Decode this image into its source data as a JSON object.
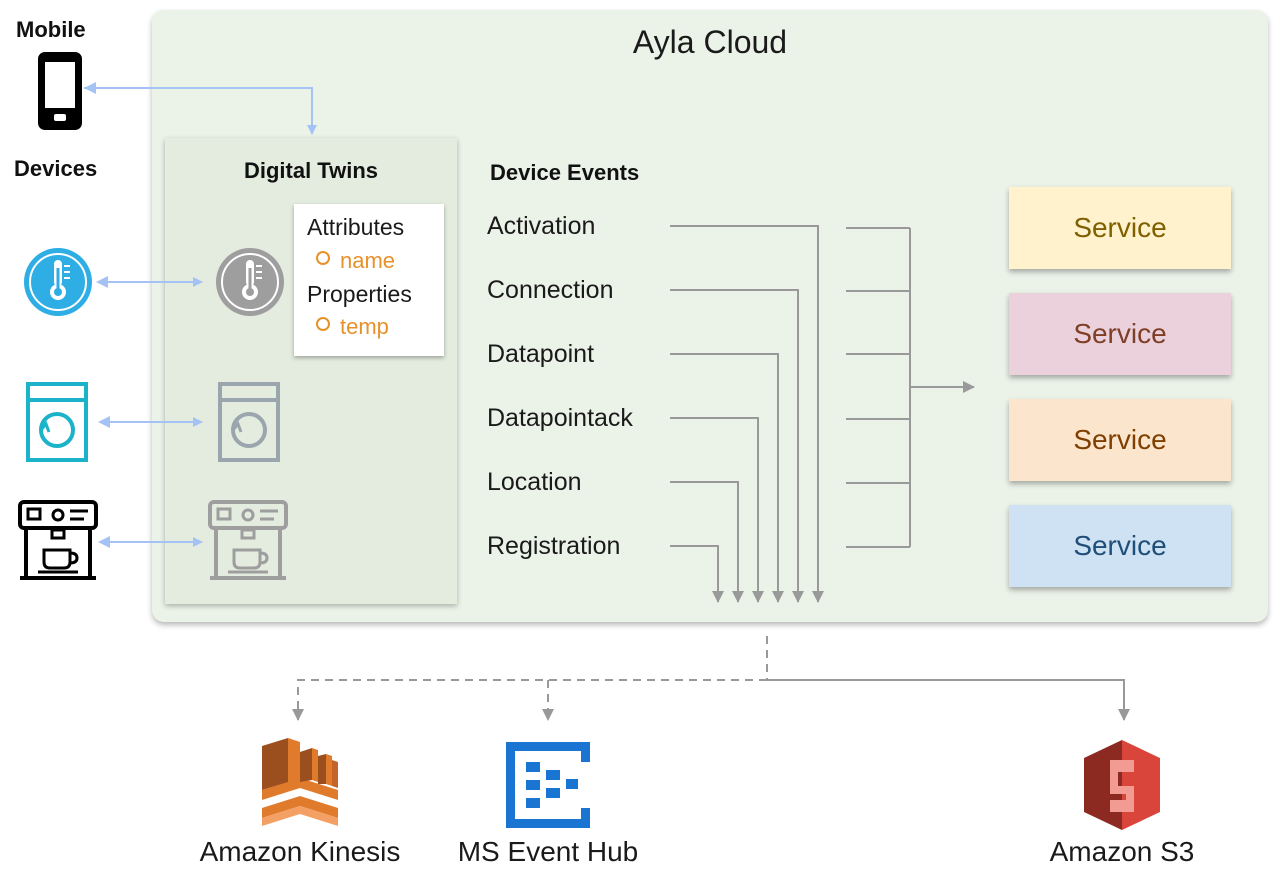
{
  "left_labels": {
    "mobile": "Mobile",
    "devices": "Devices"
  },
  "cloud": {
    "title": "Ayla Cloud"
  },
  "digital_twins": {
    "title": "Digital Twins",
    "attributes_label": "Attributes",
    "attribute_item": "name",
    "properties_label": "Properties",
    "property_item": "temp"
  },
  "device_events": {
    "title": "Device Events",
    "items": [
      "Activation",
      "Connection",
      "Datapoint",
      "Datapointack",
      "Location",
      "Registration"
    ]
  },
  "services": [
    {
      "label": "Service",
      "bg": "#fff2cc",
      "fg": "#7f6000"
    },
    {
      "label": "Service",
      "bg": "#ead1dc",
      "fg": "#7f3f26"
    },
    {
      "label": "Service",
      "bg": "#fce5cd",
      "fg": "#7f3f00"
    },
    {
      "label": "Service",
      "bg": "#cfe2f3",
      "fg": "#1f4e79"
    }
  ],
  "destinations": {
    "kinesis": "Amazon Kinesis",
    "event_hub": "MS Event Hub",
    "s3": "Amazon S3"
  },
  "colors": {
    "connector_blue": "#a4c2f4",
    "connector_gray": "#999999",
    "thermo_blue": "#2eaee4",
    "washer_teal": "#1bb3c9",
    "kinesis_orange": "#e07b2b",
    "eventhub_blue": "#1a74d2",
    "s3_red": "#d9453a"
  }
}
